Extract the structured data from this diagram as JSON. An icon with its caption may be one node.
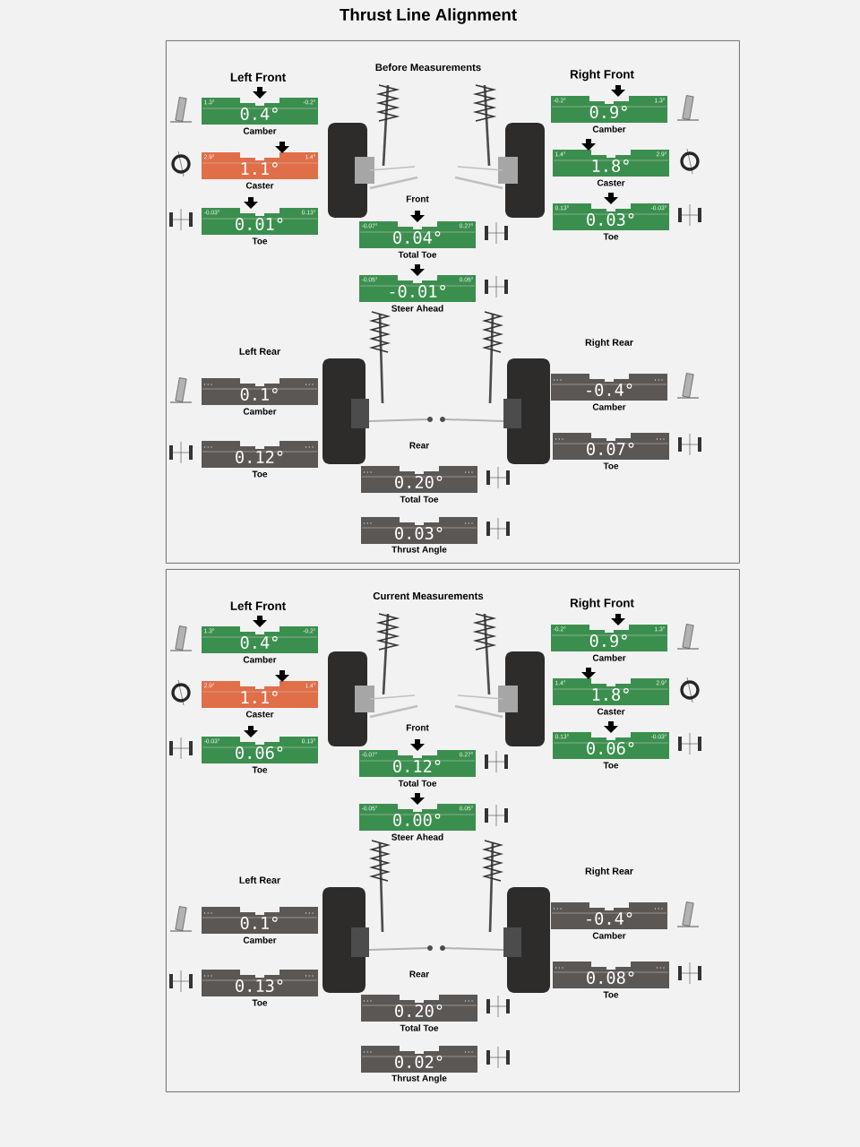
{
  "diagram": {
    "title": "Thrust Line Alignment",
    "nodes": [
      {
        "text": [
          "Before Measurements"
        ]
      },
      {
        "text": [
          "1.3°",
          "0.4°",
          "-0.2°"
        ],
        "in": 0,
        "beside": [
          "Camber"
        ]
      },
      {
        "text": [
          "2.9°",
          "1.1°",
          "1.4°"
        ],
        "in": 0,
        "beside": [
          "Caster"
        ]
      },
      {
        "text": [
          "-0.03°",
          "0.01°",
          "0.13°"
        ],
        "in": 0,
        "beside": [
          "Toe"
        ]
      },
      {
        "text": [
          "-0.2°",
          "0.9°",
          "1.3°"
        ],
        "in": 0,
        "beside": [
          "Camber"
        ]
      },
      {
        "text": [
          "1.4°",
          "1.8°",
          "2.9°"
        ],
        "in": 0,
        "beside": [
          "Caster"
        ]
      },
      {
        "text": [
          "0.13°",
          "0.03°",
          "-0.03°"
        ],
        "in": 0,
        "beside": [
          "Toe"
        ]
      },
      {
        "text": [
          "-0.07°",
          "0.04°",
          "0.27°"
        ],
        "in": 0,
        "beside": [
          "Total Toe"
        ]
      },
      {
        "text": [
          "-0.05°",
          "-0.01°",
          "0.05°"
        ],
        "in": 0,
        "beside": [
          "Steer Ahead"
        ]
      },
      {
        "text": [
          "0.1°"
        ],
        "in": 0,
        "beside": [
          "Camber"
        ]
      },
      {
        "text": [
          "0.12°"
        ],
        "in": 0,
        "beside": [
          "Toe"
        ]
      },
      {
        "text": [
          "-0.4°"
        ],
        "in": 0,
        "beside": [
          "Camber"
        ]
      },
      {
        "text": [
          "0.07°"
        ],
        "in": 0,
        "beside": [
          "Toe"
        ]
      },
      {
        "text": [
          "0.20°"
        ],
        "in": 0,
        "beside": [
          "Total Toe"
        ]
      },
      {
        "text": [
          "0.03°"
        ],
        "in": 0,
        "beside": [
          "Thrust Angle"
        ]
      },
      {
        "text": [
          "Current Measurements"
        ]
      },
      {
        "text": [
          "1.3°",
          "0.4°",
          "-0.2°"
        ],
        "in": 15,
        "beside": [
          "Camber"
        ]
      },
      {
        "text": [
          "2.9°",
          "1.1°",
          "1.4°"
        ],
        "in": 15,
        "beside": [
          "Caster"
        ]
      },
      {
        "text": [
          "-0.03°",
          "0.06°",
          "0.13°"
        ],
        "in": 15,
        "beside": [
          "Toe"
        ]
      },
      {
        "text": [
          "-0.2°",
          "0.9°",
          "1.3°"
        ],
        "in": 15,
        "beside": [
          "Camber"
        ]
      },
      {
        "text": [
          "1.4°",
          "1.8°",
          "2.9°"
        ],
        "in": 15,
        "beside": [
          "Caster"
        ]
      },
      {
        "text": [
          "0.13°",
          "0.06°",
          "-0.03°"
        ],
        "in": 15,
        "beside": [
          "Toe"
        ]
      },
      {
        "text": [
          "-0.07°",
          "0.12°",
          "0.27°"
        ],
        "in": 15,
        "beside": [
          "Total Toe"
        ]
      },
      {
        "text": [
          "-0.05°",
          "0.00°",
          "0.05°"
        ],
        "in": 15,
        "beside": [
          "Steer Ahead"
        ]
      },
      {
        "text": [
          "0.1°"
        ],
        "in": 15,
        "beside": [
          "Camber"
        ]
      },
      {
        "text": [
          "0.13°"
        ],
        "in": 15,
        "beside": [
          "Toe"
        ]
      },
      {
        "text": [
          "-0.4°"
        ],
        "in": 15,
        "beside": [
          "Camber"
        ]
      },
      {
        "text": [
          "0.08°"
        ],
        "in": 15,
        "beside": [
          "Toe"
        ]
      },
      {
        "text": [
          "0.20°"
        ],
        "in": 15,
        "beside": [
          "Total Toe"
        ]
      },
      {
        "text": [
          "0.02°"
        ],
        "in": 15,
        "beside": [
          "Thrust Angle"
        ]
      }
    ],
    "labels": [
      "Left Front",
      "Right Front",
      "Front",
      "Left Rear",
      "Right Rear",
      "Rear",
      "Left Front",
      "Right Front",
      "Front",
      "Left Rear",
      "Right Rear",
      "Rear"
    ]
  }
}
